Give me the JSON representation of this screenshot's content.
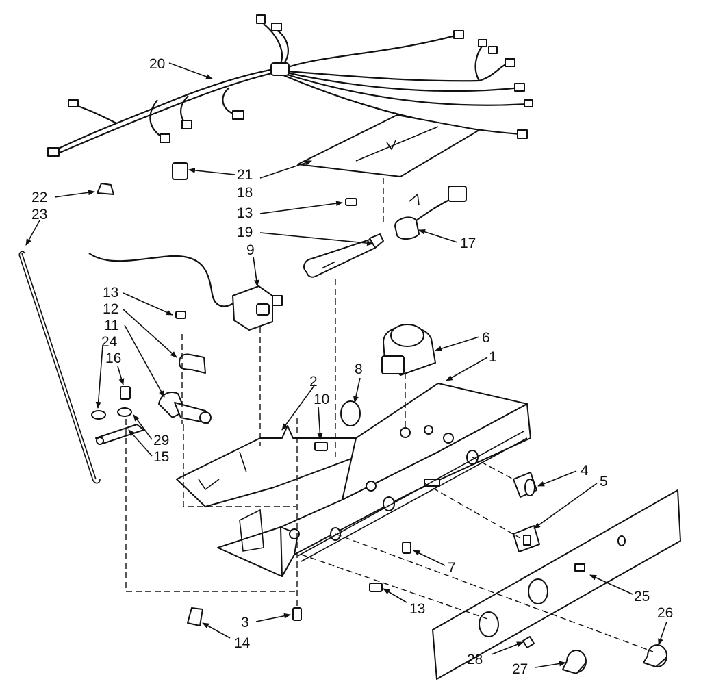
{
  "callouts": [
    {
      "id": "c20",
      "text": "20"
    },
    {
      "id": "c21",
      "text": "21"
    },
    {
      "id": "c18",
      "text": "18"
    },
    {
      "id": "c13a",
      "text": "13"
    },
    {
      "id": "c19",
      "text": "19"
    },
    {
      "id": "c17",
      "text": "17"
    },
    {
      "id": "c22",
      "text": "22"
    },
    {
      "id": "c23",
      "text": "23"
    },
    {
      "id": "c9",
      "text": "9"
    },
    {
      "id": "c13b",
      "text": "13"
    },
    {
      "id": "c12",
      "text": "12"
    },
    {
      "id": "c11",
      "text": "11"
    },
    {
      "id": "c24",
      "text": "24"
    },
    {
      "id": "c16",
      "text": "16"
    },
    {
      "id": "c29",
      "text": "29"
    },
    {
      "id": "c15",
      "text": "15"
    },
    {
      "id": "c6",
      "text": "6"
    },
    {
      "id": "c1",
      "text": "1"
    },
    {
      "id": "c8",
      "text": "8"
    },
    {
      "id": "c2",
      "text": "2"
    },
    {
      "id": "c10",
      "text": "10"
    },
    {
      "id": "c4",
      "text": "4"
    },
    {
      "id": "c5",
      "text": "5"
    },
    {
      "id": "c7",
      "text": "7"
    },
    {
      "id": "c13c",
      "text": "13"
    },
    {
      "id": "c25",
      "text": "25"
    },
    {
      "id": "c26",
      "text": "26"
    },
    {
      "id": "c3",
      "text": "3"
    },
    {
      "id": "c14",
      "text": "14"
    },
    {
      "id": "c28",
      "text": "28"
    },
    {
      "id": "c27",
      "text": "27"
    }
  ]
}
